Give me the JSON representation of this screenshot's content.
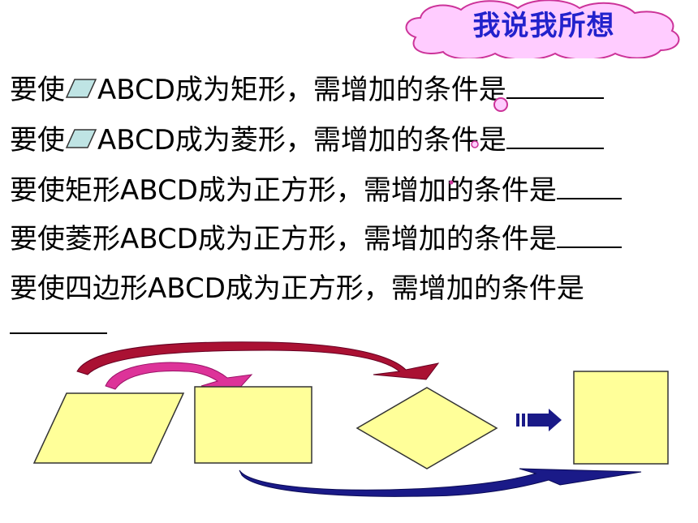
{
  "title": "我说我所想",
  "questions": [
    {
      "before": "要使",
      "after": "ABCD成为矩形，需增加的条件是"
    },
    {
      "before": "要使",
      "after": "ABCD成为菱形，需增加的条件是"
    },
    {
      "text": "要使矩形ABCD成为正方形，需增加的条件是"
    },
    {
      "text": "要使菱形ABCD成为正方形，需增加的条件是"
    },
    {
      "text": "要使四边形ABCD成为正方形，需增加的条件是"
    }
  ],
  "colors": {
    "shape_fill": "#ffff99",
    "cloud_fill": "#ffccff",
    "cloud_stroke": "#cc3399",
    "title_color": "#2222cc",
    "arrow_red": "#aa1133",
    "arrow_pink": "#dd3399",
    "arrow_navy": "#1a1a88",
    "parallelogram_icon": "#bfe4e4"
  }
}
